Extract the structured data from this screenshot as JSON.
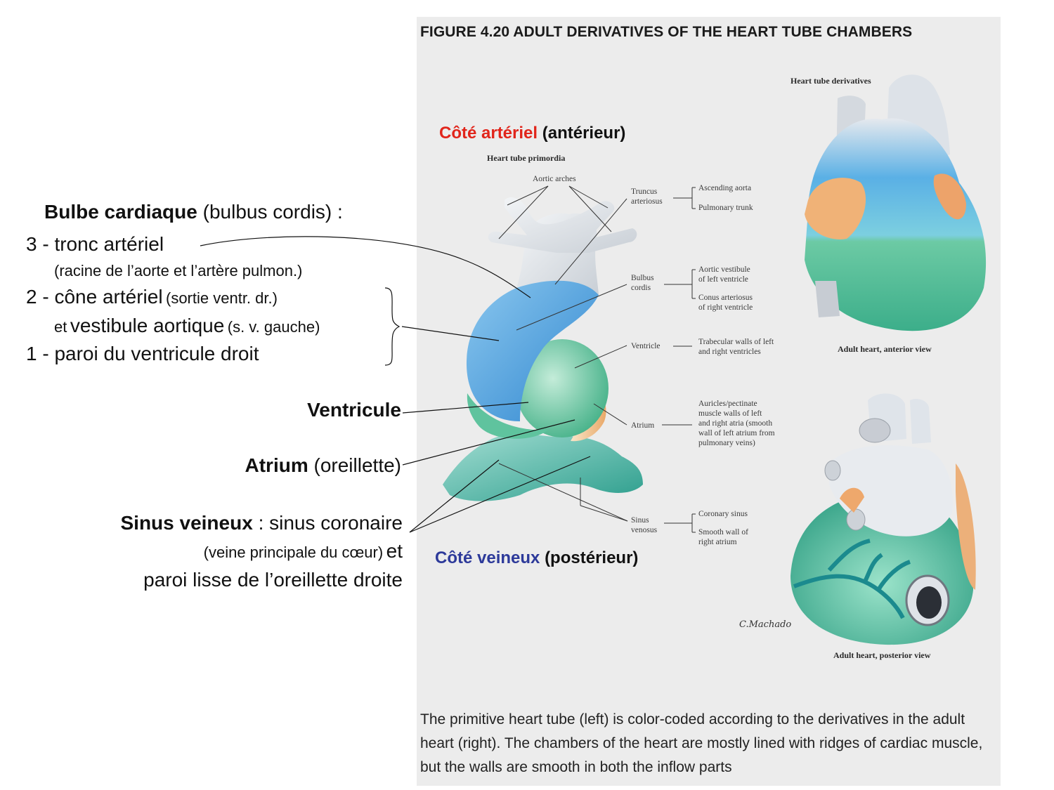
{
  "figure": {
    "title": "FIGURE 4.20 ADULT DERIVATIVES OF THE HEART TUBE CHAMBERS",
    "arterial_side": {
      "colored": "Côté artériel",
      "rest": "(antérieur)"
    },
    "venous_side": {
      "colored": "Côté veineux",
      "rest": "(postérieur)"
    },
    "primordia_title": "Heart tube primordia",
    "derivatives_title": "Heart tube derivatives",
    "aortic_arches": "Aortic arches",
    "truncus": [
      "Truncus",
      "arteriosus"
    ],
    "truncus_derivs": [
      "Ascending aorta",
      "Pulmonary trunk"
    ],
    "bulbus": [
      "Bulbus",
      "cordis"
    ],
    "bulbus_derivs": [
      [
        "Aortic vestibule",
        "of left ventricle"
      ],
      [
        "Conus arteriosus",
        "of right ventricle"
      ]
    ],
    "ventricle": "Ventricle",
    "ventricle_deriv": [
      "Trabecular walls of left",
      "and right ventricles"
    ],
    "atrium": "Atrium",
    "atrium_deriv": [
      "Auricles/pectinate",
      "muscle walls of left",
      "and right atria (smooth",
      "wall of left atrium from",
      "pulmonary veins)"
    ],
    "sinus": [
      "Sinus",
      "venosus"
    ],
    "sinus_derivs": [
      [
        "Coronary sinus"
      ],
      [
        "Smooth wall of",
        "right atrium"
      ]
    ],
    "anterior_view": "Adult heart, anterior view",
    "posterior_view": "Adult heart, posterior view",
    "signature": "C.Machado",
    "caption": "The primitive heart tube (left) is color-coded according to the derivatives in the adult heart (right). The chambers of the heart are mostly lined with ridges of cardiac muscle, but the walls are smooth in both the inflow parts"
  },
  "annotations": {
    "bulbe_title": "Bulbe cardiaque",
    "bulbe_rest": "(bulbus cordis) :",
    "tronc": "3 - tronc artériel",
    "tronc_sub": "(racine de l’aorte et l’artère pulmon.)",
    "cone_prefix": "2 - cône artériel",
    "cone_sub": "(sortie ventr. dr.)",
    "vest_et": "et",
    "vest_main": "vestibule aortique",
    "vest_sub": "(s. v. gauche)",
    "paroi": "1 - paroi du ventricule droit",
    "ventricule": "Ventricule",
    "atrium_title": "Atrium",
    "atrium_rest": "(oreillette)",
    "sinus_title": "Sinus veineux",
    "sinus_rest": ": sinus coronaire",
    "sinus_line2_small": "(veine principale du cœur)",
    "sinus_line2_et": "et",
    "sinus_line3": "paroi lisse de l’oreillette droite"
  },
  "colors": {
    "panel": "#ececec",
    "truncus": "#e2e6eb",
    "bulbus": "#58aee3",
    "ventricle": "#5fc5a2",
    "atrium": "#f1c48e",
    "sinus": "#4fc0ad",
    "vein": "#1b8a8e",
    "arterial_red": "#e1251b",
    "venous_blue": "#2d3a9a"
  }
}
